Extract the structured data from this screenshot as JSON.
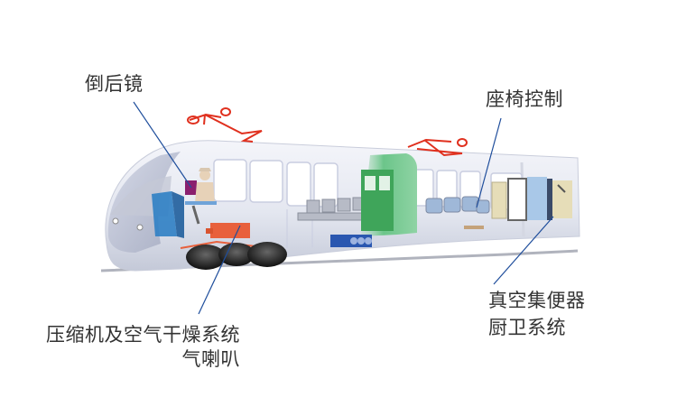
{
  "diagram": {
    "subject": "light-rail-train-cutaway",
    "colors": {
      "callout_line": "#1f4e9c",
      "label_text": "#333333",
      "body_light": "#eef0f6",
      "body_shade": "#b9bfd0",
      "pantograph": "#e0301e",
      "compressor": "#e8603c",
      "driver_console": "#2f7fc4",
      "mirror_screen": "#8a1f6e",
      "door_green": "#3fa55a",
      "blower_box": "#2a57b0",
      "toilet_panel": "#a9c8e8",
      "cabinet_beige": "#e6ddb8",
      "wheel": "#222222"
    },
    "labels": {
      "mirror": "倒后镜",
      "seat_control": "座椅控制",
      "compressor_line1": "压缩机及空气干燥系统",
      "compressor_line2": "气喇叭",
      "toilet_line1": "真空集便器",
      "toilet_line2": "厨卫系统"
    }
  }
}
